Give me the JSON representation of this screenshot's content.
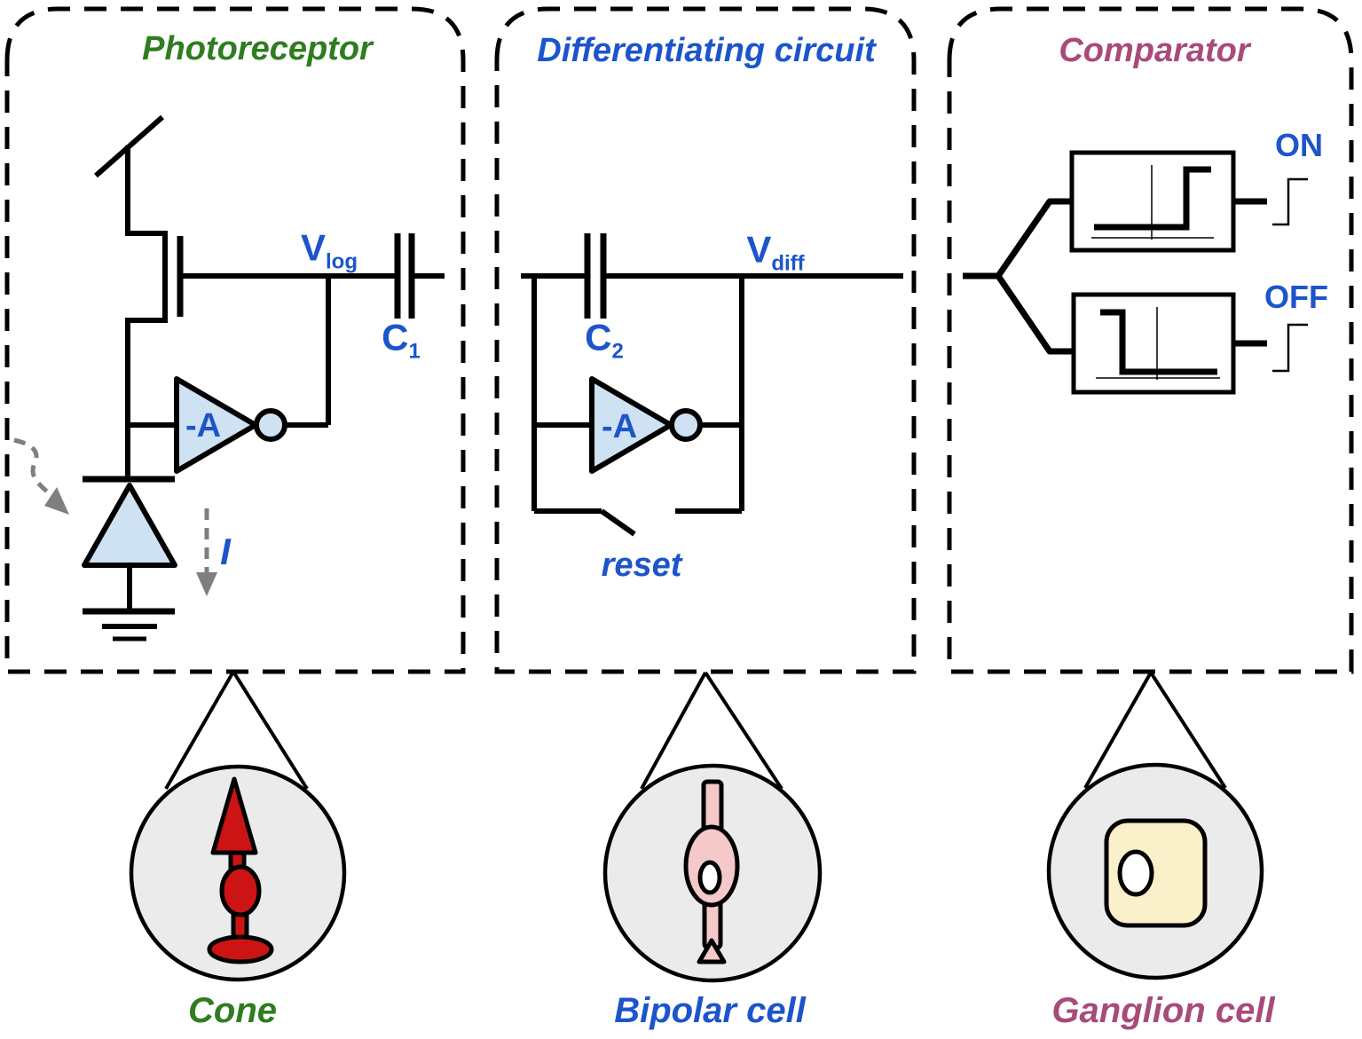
{
  "panels": {
    "photoreceptor": {
      "title": "Photoreceptor"
    },
    "differentiating": {
      "title": "Differentiating circuit"
    },
    "comparator": {
      "title": "Comparator"
    }
  },
  "labels": {
    "v_log": {
      "main": "V",
      "sub": "log"
    },
    "c1": {
      "main": "C",
      "sub": "1"
    },
    "c2": {
      "main": "C",
      "sub": "2"
    },
    "v_diff": {
      "main": "V",
      "sub": "diff"
    },
    "amp_gain": "-A",
    "reset": "reset",
    "current": "I",
    "on": "ON",
    "off": "OFF"
  },
  "cells": {
    "cone": {
      "label": "Cone"
    },
    "bipolar": {
      "label": "Bipolar cell"
    },
    "ganglion": {
      "label": "Ganglion cell"
    }
  },
  "colors": {
    "green": "#2e7d1f",
    "blue": "#1c55cb",
    "magenta": "#a84a7a",
    "light_blue_fill": "#cfe2f3",
    "cone_red": "#cc1414",
    "bipolar_pink": "#f5c9c9",
    "ganglion_cream": "#faf0c9",
    "lens_gray": "#ebebeb",
    "arrow_gray": "#7f7f7f",
    "white": "#ffffff",
    "line_black": "#000000"
  }
}
